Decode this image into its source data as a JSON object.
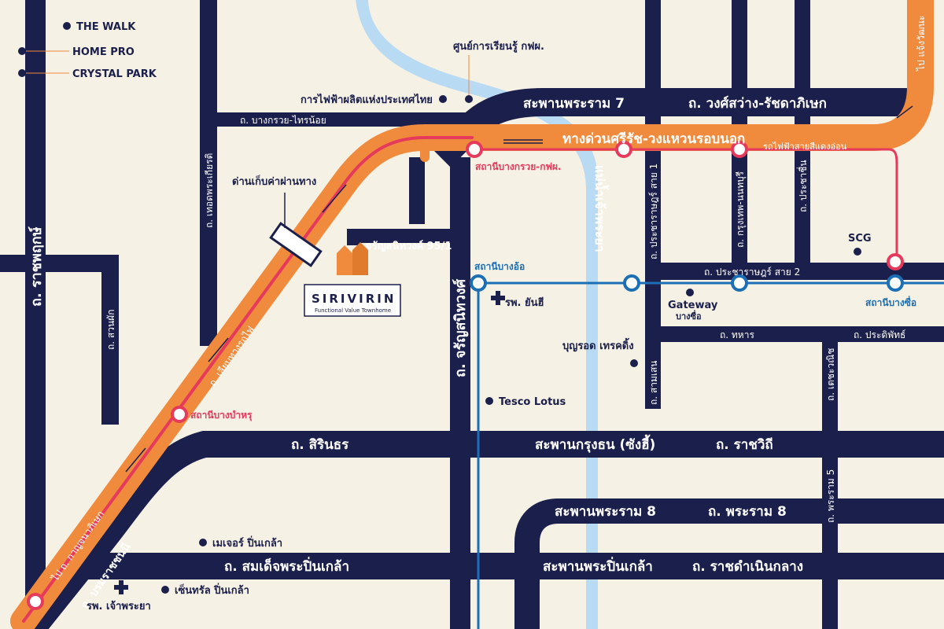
{
  "roads": {
    "rama7_bridge": "สะพานพระราม 7",
    "wongsawang": "ถ. วงศ์สว่าง-รัชดาภิเษก",
    "bangkruai_sainoi": "ถ. บางกรวย-ไทรน้อย",
    "ratchaphruek": "ถ. ราชพฤกษ์",
    "sonbat": "ถ. สวนผัก",
    "bangkruai_road": "ถ. เทอดพระเกียรติ",
    "railway_side": "ถ. เลียบทางรถไฟ",
    "kanchanaphisek": "ไป ถ. กาญจนาภิเษก",
    "borommaratchachonnani": "ถ. บรมราชชนนี",
    "charansanitwong": "ถ. จรัญสนิทวงศ์",
    "pracharat1": "ถ. ประชาราษฎร์ สาย 1",
    "krungthep_nonthaburi": "ถ. กรุงเทพ-นนทบุรี",
    "pracharuen": "ถ. ประชาชื่น",
    "pracharat2": "ถ. ประชาราษฎร์ สาย 2",
    "thahan": "ถ. ทหาร",
    "pradiphat": "ถ. ประดิพัทธ์",
    "samsen": "ถ. สามเสน",
    "thekhanee": "ถ. เตชะวณิช",
    "sirindhorn": "ถ. สิรินธร",
    "krungthon_bridge": "สะพานกรุงธน (ซังฮี้)",
    "ratchawithi": "ถ. ราชวิถี",
    "rama8_bridge": "สะพานพระราม 8",
    "rama8_road": "ถ. พระราม 8",
    "rama5": "ถ. พระราม 5",
    "pinklao_bridge": "สะพานพระปิ่นเกล้า",
    "somdet_pinklao": "ถ. สมเด็จพระปิ่นเกล้า",
    "ratchadamnoen": "ถ. ราชดำเนินกลาง",
    "to_chaeng": "ไป แจ้งวัฒนะ"
  },
  "expressway": {
    "name": "ทางด่วนศรีรัช-วงแหวนรอบนอก",
    "toll": "ด่านเก็บค่าผ่านทาง"
  },
  "red_line": {
    "name": "รถไฟฟ้าสายสีแดงอ่อน"
  },
  "stations": {
    "bang_kruai_egat": "สถานีบางกรวย-กฟผ.",
    "bang_bamru": "สถานีบางบำหรุ",
    "bang_o": "สถานีบางอ้อ",
    "bang_sue": "สถานีบางซื่อ"
  },
  "river": "แม่น้ำเจ้าพระยา",
  "landmarks": {
    "the_walk": "THE WALK",
    "home_pro": "HOME PRO",
    "crystal_park": "CRYSTAL PARK",
    "egat_center": "ศูนย์การเรียนรู้ กฟผ.",
    "egat": "การไฟฟ้าผลิตแห่งประเทศไทย",
    "project_address": "จรัญสนิทวงศ์ 95/1",
    "yanhee": "รพ. ยันฮี",
    "gateway": "Gateway",
    "gateway_sub": "บางซื่อ",
    "scg": "SCG",
    "bunrod": "บุญรอด เทรคดิ้ง",
    "tesco": "Tesco Lotus",
    "major": "เมเจอร์ ปิ่นเกล้า",
    "central": "เซ็นทรัล ปิ่นเกล้า",
    "chaophraya_hosp": "รพ. เจ้าพระยา"
  },
  "brand": {
    "name": "SIRIVIRIN",
    "tagline": "Functional Value Townhome"
  },
  "colors": {
    "background": "#f5f1e4",
    "road": "#1b1f4b",
    "expressway": "#f08a3c",
    "red_line": "#e53a5c",
    "blue_line": "#1c6fb4",
    "river": "#b9daf3"
  }
}
